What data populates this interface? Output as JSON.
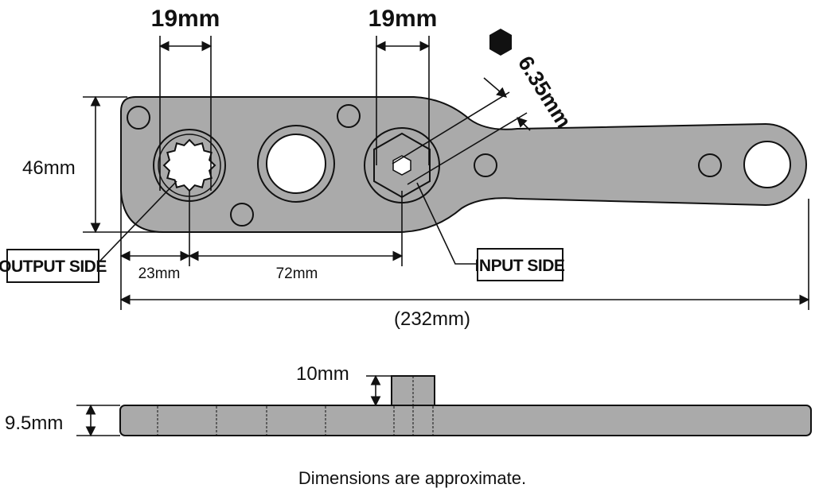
{
  "dimensions": {
    "output_socket_width": "19mm",
    "input_socket_width": "19mm",
    "hex_drive": "6.35mm",
    "height": "46mm",
    "output_offset": "23mm",
    "center_distance": "72mm",
    "overall_length": "(232mm)",
    "pin_height": "10mm",
    "thickness": "9.5mm"
  },
  "labels": {
    "output_side": "OUTPUT SIDE",
    "input_side": "INPUT SIDE"
  },
  "note": "Dimensions are approximate.",
  "colors": {
    "tool_fill": "#aaaaaa",
    "hole_fill": "#ffffff",
    "line": "#111111"
  }
}
